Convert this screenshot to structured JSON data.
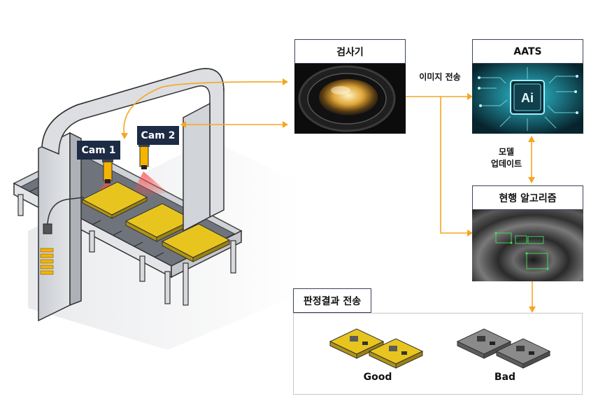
{
  "cameras": {
    "cam1": "Cam 1",
    "cam2": "Cam 2"
  },
  "inspector": {
    "title": "검사기"
  },
  "aats": {
    "title": "AATS",
    "chip_text": "Ai"
  },
  "transfer": {
    "image_label": "이미지 전송"
  },
  "model_update": {
    "line1": "모델",
    "line2": "업데이트"
  },
  "algorithm": {
    "title": "현행 알고리즘"
  },
  "result": {
    "title": "판정결과 전송",
    "good": "Good",
    "bad": "Bad"
  },
  "colors": {
    "arrow": "#f5a623",
    "frame": "#1d2b45",
    "pcb_good": "#e8c51e",
    "pcb_bad": "#8a8a8a"
  }
}
